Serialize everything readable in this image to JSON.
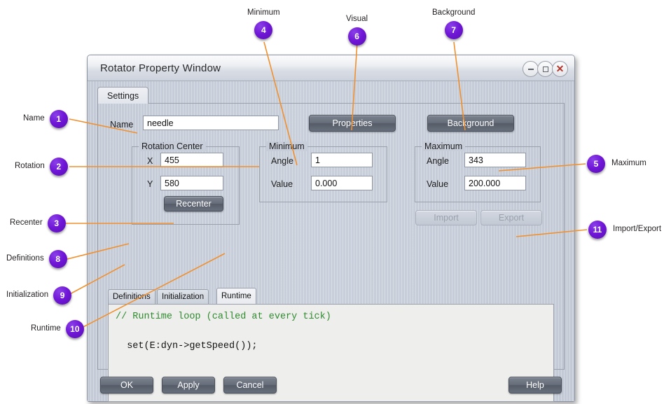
{
  "window": {
    "title": "Rotator Property Window",
    "controls": [
      {
        "name": "minimize",
        "glyph": "minimize-icon"
      },
      {
        "name": "maximize",
        "glyph": "maximize-icon"
      },
      {
        "name": "close",
        "glyph": "close-icon",
        "color": "#b0342b"
      }
    ]
  },
  "tab_settings_label": "Settings",
  "form": {
    "name_label": "Name",
    "name_value": "needle",
    "properties_button": "Properties",
    "background_button": "Background"
  },
  "rotation_center": {
    "title": "Rotation Center",
    "x_label": "X",
    "x_value": "455",
    "y_label": "Y",
    "y_value": "580",
    "recenter_button": "Recenter"
  },
  "minimum": {
    "title": "Minimum",
    "angle_label": "Angle",
    "angle_value": "1",
    "value_label": "Value",
    "value_value": "0.000"
  },
  "maximum": {
    "title": "Maximum",
    "angle_label": "Angle",
    "angle_value": "343",
    "value_label": "Value",
    "value_value": "200.000"
  },
  "io": {
    "import_button": "Import",
    "export_button": "Export"
  },
  "code_tabs": [
    {
      "label": "Definitions",
      "active": false
    },
    {
      "label": "Initialization",
      "active": false
    },
    {
      "label": "Runtime",
      "active": true
    }
  ],
  "code": {
    "comment_line": "// Runtime loop (called at every tick)",
    "blank_line": "",
    "body_line": "  set(E:dyn->getSpeed());"
  },
  "buttons": {
    "ok": "OK",
    "apply": "Apply",
    "cancel": "Cancel",
    "help": "Help"
  },
  "annotations": {
    "accent_badge": "#6f16d6",
    "leader_line": "#f0902f",
    "items": [
      {
        "n": "1",
        "label": "Name"
      },
      {
        "n": "2",
        "label": "Rotation"
      },
      {
        "n": "3",
        "label": "Recenter"
      },
      {
        "n": "4",
        "label": "Minimum"
      },
      {
        "n": "5",
        "label": "Maximum"
      },
      {
        "n": "6",
        "label": "Visual"
      },
      {
        "n": "7",
        "label": "Background"
      },
      {
        "n": "8",
        "label": "Definitions"
      },
      {
        "n": "9",
        "label": "Initialization"
      },
      {
        "n": "10",
        "label": "Runtime"
      },
      {
        "n": "11",
        "label": "Import/Export"
      }
    ]
  }
}
